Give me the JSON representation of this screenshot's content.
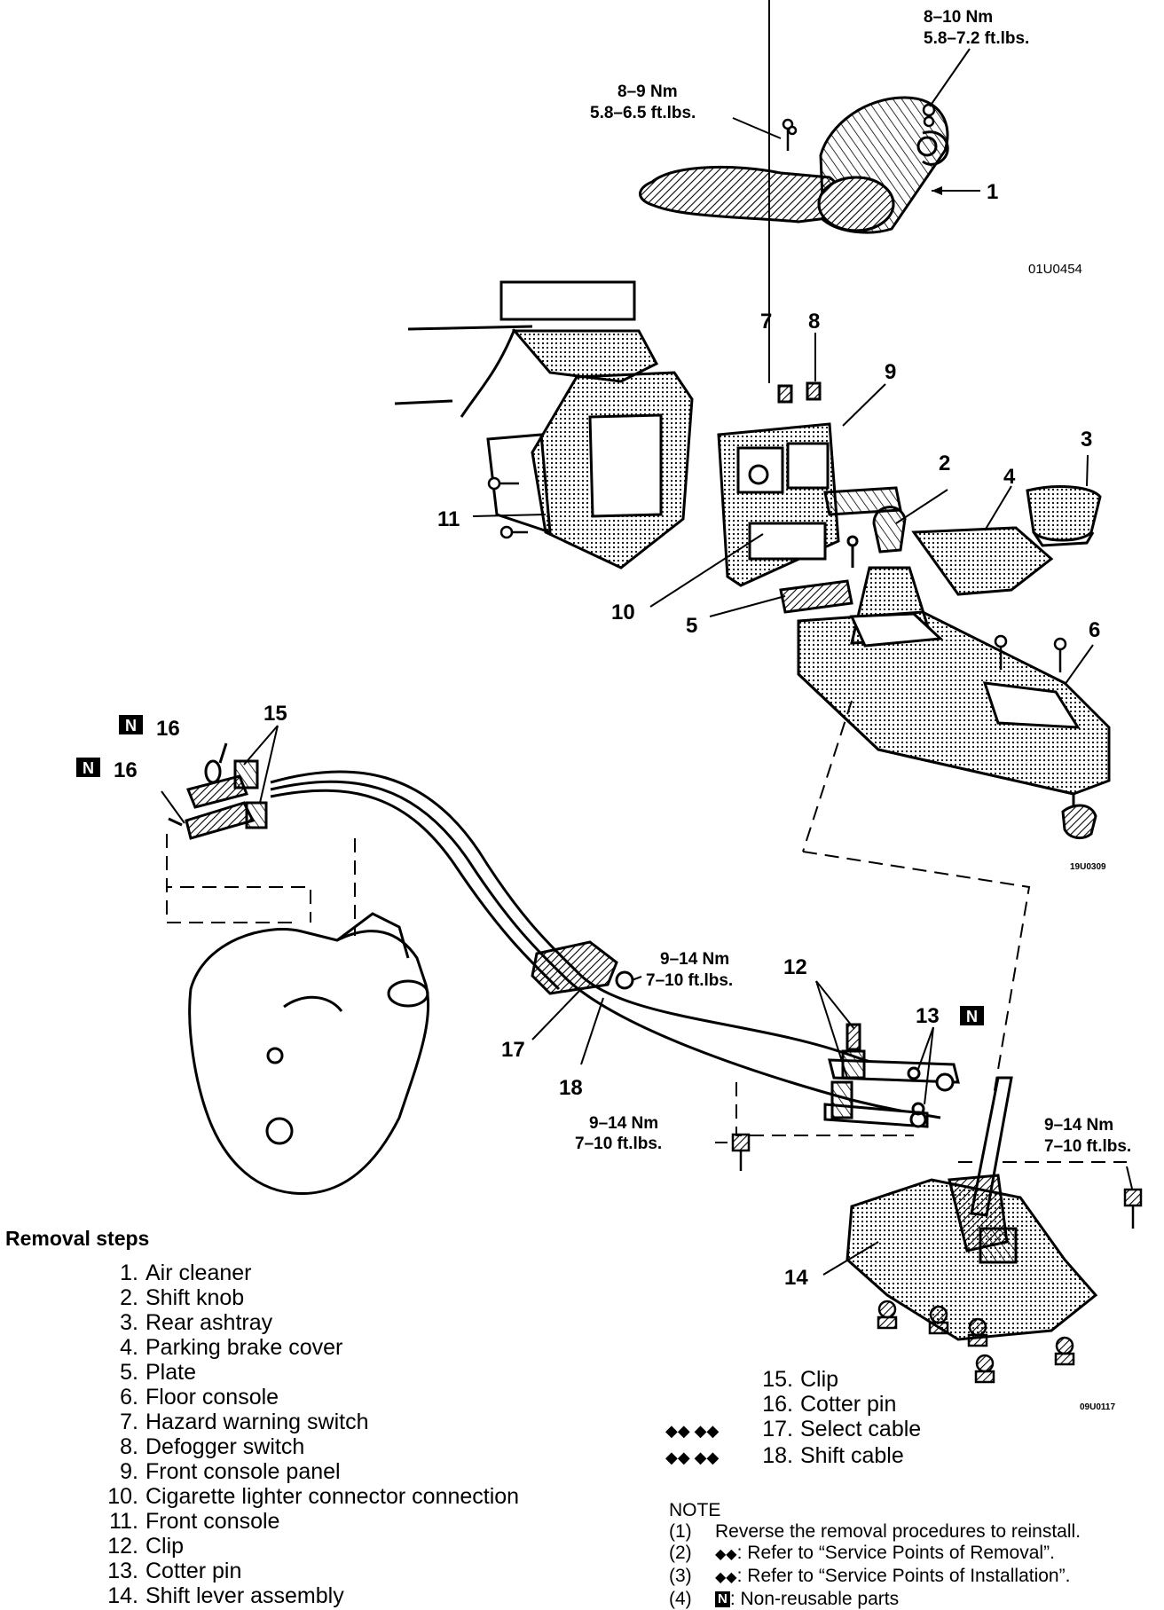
{
  "torques": {
    "t1_nm": "8–10 Nm",
    "t1_ft": "5.8–7.2 ft.lbs.",
    "t2_nm": "8–9 Nm",
    "t2_ft": "5.8–6.5 ft.lbs.",
    "t3_nm": "9–14 Nm",
    "t3_ft": "7–10 ft.lbs.",
    "t4_nm": "9–14 Nm",
    "t4_ft": "7–10 ft.lbs.",
    "t5_nm": "9–14 Nm",
    "t5_ft": "7–10 ft.lbs."
  },
  "codes": {
    "c1": "01U0454",
    "c2": "19U0309",
    "c3": "09U0117"
  },
  "callouts": {
    "n1": "1",
    "n2": "2",
    "n3": "3",
    "n4": "4",
    "n5": "5",
    "n6": "6",
    "n7": "7",
    "n8": "8",
    "n9": "9",
    "n10": "10",
    "n11": "11",
    "n12": "12",
    "n13": "13",
    "n14": "14",
    "n15": "15",
    "n16a": "16",
    "n16b": "16",
    "n17": "17",
    "n18": "18"
  },
  "badge": "N",
  "removal": {
    "title": "Removal steps",
    "steps": [
      {
        "num": "1.",
        "label": "Air cleaner"
      },
      {
        "num": "2.",
        "label": "Shift knob"
      },
      {
        "num": "3.",
        "label": "Rear ashtray"
      },
      {
        "num": "4.",
        "label": "Parking brake cover"
      },
      {
        "num": "5.",
        "label": "Plate"
      },
      {
        "num": "6.",
        "label": "Floor console"
      },
      {
        "num": "7.",
        "label": "Hazard warning switch"
      },
      {
        "num": "8.",
        "label": "Defogger switch"
      },
      {
        "num": "9.",
        "label": "Front console panel"
      },
      {
        "num": "10.",
        "label": "Cigarette lighter connector connection"
      },
      {
        "num": "11.",
        "label": "Front console"
      },
      {
        "num": "12.",
        "label": "Clip"
      },
      {
        "num": "13.",
        "label": "Cotter pin"
      },
      {
        "num": "14.",
        "label": "Shift lever assembly"
      }
    ],
    "steps2": [
      {
        "mark": "",
        "num": "15.",
        "label": "Clip"
      },
      {
        "mark": "",
        "num": "16.",
        "label": "Cotter pin"
      },
      {
        "mark": "◆◆ ◆◆",
        "num": "17.",
        "label": "Select cable"
      },
      {
        "mark": "◆◆ ◆◆",
        "num": "18.",
        "label": "Shift cable"
      }
    ]
  },
  "note": {
    "title": "NOTE",
    "items": [
      {
        "n": "(1)",
        "sym": "",
        "text": "Reverse the removal procedures to reinstall."
      },
      {
        "n": "(2)",
        "sym": "◆◆",
        "text": ": Refer to “Service Points of Removal”."
      },
      {
        "n": "(3)",
        "sym": "◆◆",
        "text": ": Refer to “Service Points of Installation”."
      },
      {
        "n": "(4)",
        "sym": "N",
        "text": ": Non-reusable parts"
      }
    ]
  }
}
